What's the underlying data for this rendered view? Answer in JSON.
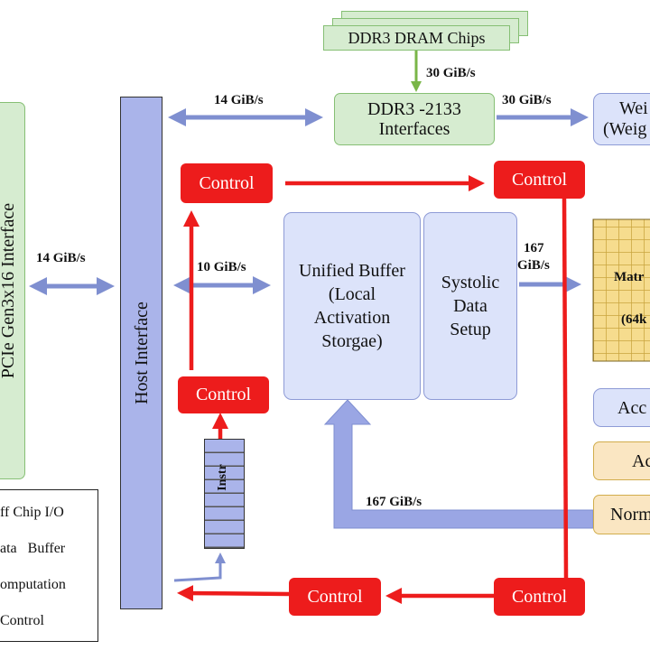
{
  "pcie": {
    "label": "PCIe Gen3x16 Interface"
  },
  "host": {
    "label": "Host Interface"
  },
  "dram": {
    "label": "DDR3 DRAM Chips"
  },
  "ddr_if": {
    "line1": "DDR3 -2133",
    "line2": "Interfaces"
  },
  "weights": {
    "line1": "Wei",
    "line2": "(Weig"
  },
  "unified_buffer": {
    "line1": "Unified Buffer",
    "line2": "(Local",
    "line3": "Activation",
    "line4": "Storgae)"
  },
  "systolic": {
    "line1": "Systolic",
    "line2": "Data",
    "line3": "Setup"
  },
  "matrix": {
    "line1": "Matr",
    "line2": "(64k"
  },
  "acc": {
    "label": "Acc"
  },
  "act": {
    "label": "Ac"
  },
  "norm": {
    "label": "Norm"
  },
  "instr": {
    "label": "Instr"
  },
  "controls": [
    "Control",
    "Control",
    "Control",
    "Control",
    "Control"
  ],
  "bandwidths": {
    "pcie": "14 GiB/s",
    "host_ddr": "14 GiB/s",
    "dram_ddr": "30 GiB/s",
    "ddr_weights": "30 GiB/s",
    "host_ub": "10 GiB/s",
    "systolic_matrix_1": "167",
    "systolic_matrix_2": "GiB/s",
    "feedback": "167 GiB/s"
  },
  "legend": {
    "items": [
      "ff Chip I/O",
      "ata   Buffer",
      "omputation",
      "Control"
    ]
  },
  "colors": {
    "io": "#d6ecd0",
    "buffer": "#dce3fa",
    "computation": "#fae6c2",
    "control": "#ed1c1c",
    "arrow_blue": "#7f8fd0",
    "arrow_green": "#7ab648"
  }
}
